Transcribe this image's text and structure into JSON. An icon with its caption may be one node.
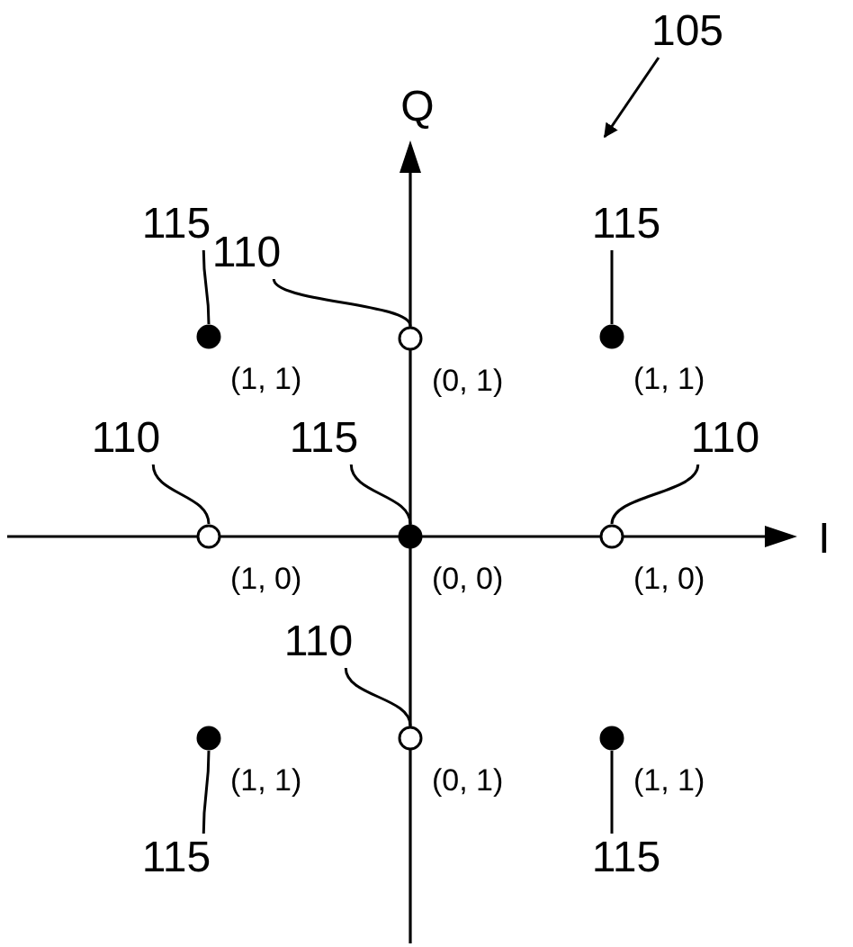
{
  "diagram": {
    "nodes": [
      {
        "text": [
          "105"
        ]
      },
      {
        "text": [
          "115"
        ]
      },
      {
        "text": [
          "110"
        ]
      },
      {
        "text": [
          "115"
        ]
      },
      {
        "text": [],
        "shape": "dot",
        "beside": [
          "(1, 1)"
        ]
      },
      {
        "text": [],
        "shape": "circle",
        "beside": [
          "(0, 1)"
        ]
      },
      {
        "text": [],
        "shape": "dot",
        "beside": [
          "(1, 1)"
        ]
      },
      {
        "text": [
          "110"
        ]
      },
      {
        "text": [
          "115"
        ]
      },
      {
        "text": [
          "110"
        ]
      },
      {
        "text": [],
        "shape": "circle",
        "beside": [
          "(1, 0)"
        ]
      },
      {
        "text": [],
        "shape": "dot",
        "beside": [
          "(0, 0)"
        ]
      },
      {
        "text": [],
        "shape": "circle",
        "beside": [
          "(1, 0)"
        ]
      },
      {
        "text": [
          "110"
        ]
      },
      {
        "text": [],
        "shape": "dot",
        "beside": [
          "(1, 1)"
        ]
      },
      {
        "text": [],
        "shape": "circle",
        "beside": [
          "(0, 1)"
        ]
      },
      {
        "text": [],
        "shape": "dot",
        "beside": [
          "(1, 1)"
        ]
      },
      {
        "text": [
          "115"
        ]
      },
      {
        "text": [
          "115"
        ]
      }
    ],
    "edges": [
      {
        "from": 0,
        "to": null,
        "arrow": "to"
      },
      {
        "from": 1,
        "to": 4,
        "arrow": "none"
      },
      {
        "from": 2,
        "to": 5,
        "arrow": "none"
      },
      {
        "from": 3,
        "to": 6,
        "arrow": "none"
      },
      {
        "from": 7,
        "to": 10,
        "arrow": "none"
      },
      {
        "from": 8,
        "to": 11,
        "arrow": "none"
      },
      {
        "from": 9,
        "to": 12,
        "arrow": "none"
      },
      {
        "from": 13,
        "to": 15,
        "arrow": "none"
      },
      {
        "from": 17,
        "to": 14,
        "arrow": "none"
      },
      {
        "from": 18,
        "to": 16,
        "arrow": "none"
      }
    ],
    "labels": [
      "Q",
      "I"
    ]
  }
}
